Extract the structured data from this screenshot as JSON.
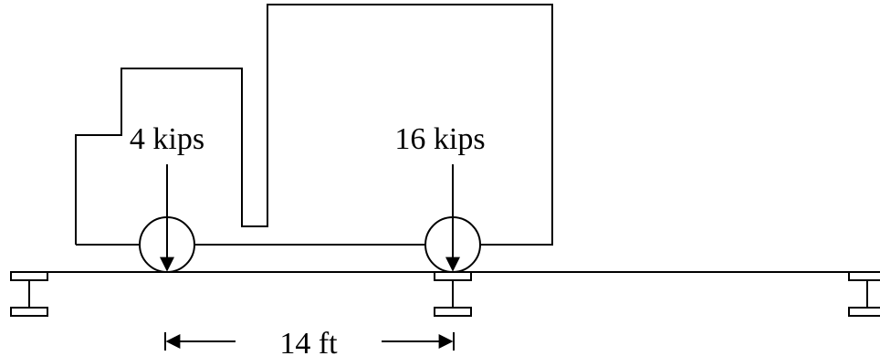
{
  "loads": {
    "front": "4 kips",
    "rear": "16 kips"
  },
  "spacing": {
    "label": "14 ft"
  }
}
